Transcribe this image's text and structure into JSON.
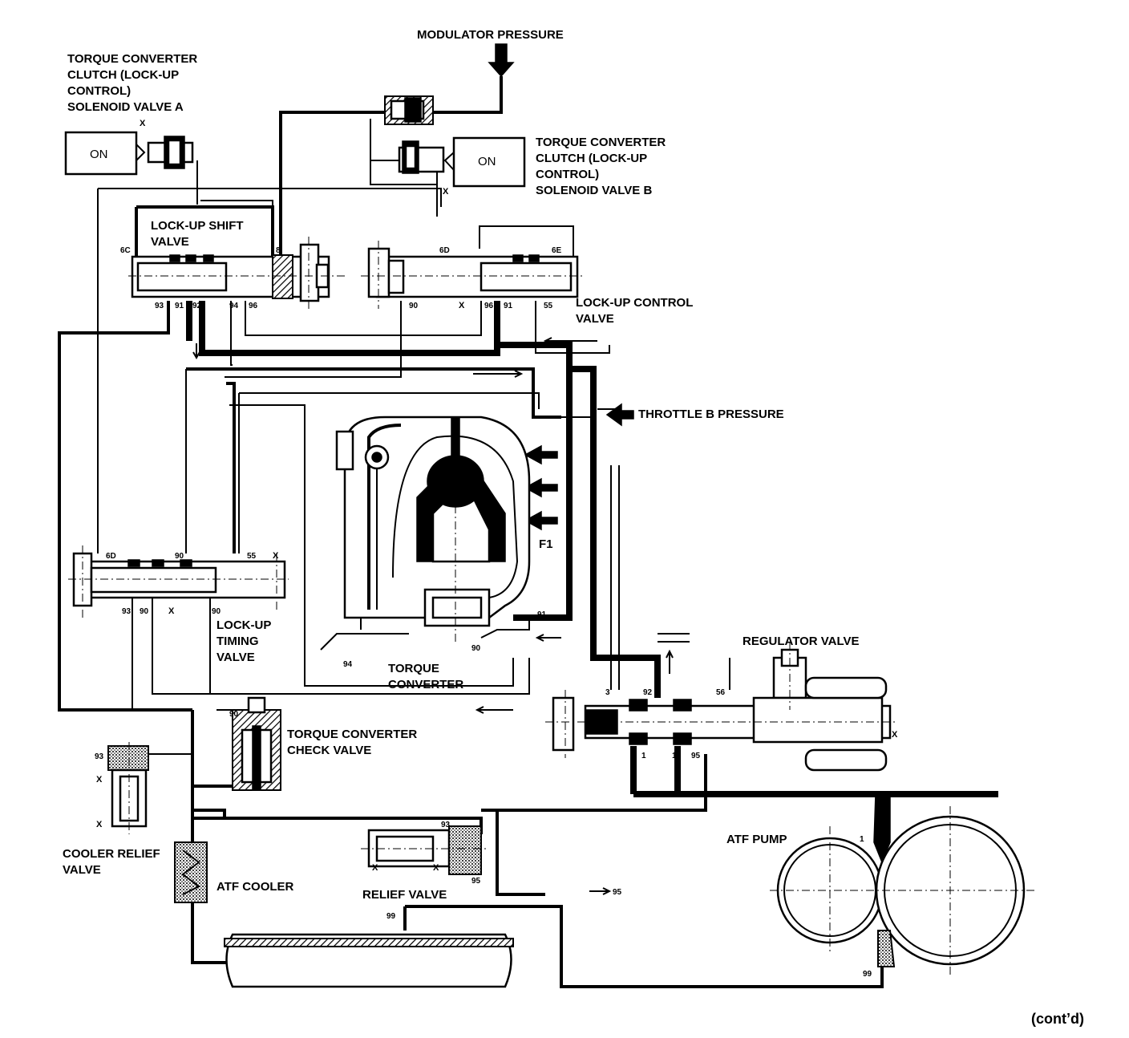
{
  "labels": {
    "modulator_pressure": "MODULATOR PRESSURE",
    "solenoid_a": [
      "TORQUE CONVERTER",
      "CLUTCH (LOCK-UP",
      "CONTROL)",
      "SOLENOID VALVE A"
    ],
    "solenoid_b": [
      "TORQUE CONVERTER",
      "CLUTCH (LOCK-UP",
      "CONTROL)",
      "SOLENOID VALVE B"
    ],
    "solenoid_a_state": "ON",
    "solenoid_b_state": "ON",
    "lockup_shift_valve": [
      "LOCK-UP SHIFT",
      "VALVE"
    ],
    "lockup_control_valve": [
      "LOCK-UP CONTROL",
      "VALVE"
    ],
    "throttle_b_pressure": "THROTTLE B PRESSURE",
    "f1": "F1",
    "lockup_timing_valve": [
      "LOCK-UP",
      "TIMING",
      "VALVE"
    ],
    "torque_converter": [
      "TORQUE",
      "CONVERTER"
    ],
    "regulator_valve": "REGULATOR VALVE",
    "torque_converter_check_valve": [
      "TORQUE CONVERTER",
      "CHECK VALVE"
    ],
    "cooler_relief_valve": [
      "COOLER RELIEF",
      "VALVE"
    ],
    "atf_cooler": "ATF COOLER",
    "relief_valve": "RELIEF VALVE",
    "atf_pump": "ATF PUMP",
    "contd": "(cont’d)"
  },
  "port_labels": {
    "sol_a_x": "X",
    "sol_b_x": "X",
    "shift_6c": "6C",
    "shift_8": "8",
    "shift_93": "93",
    "shift_91": "91",
    "shift_92": "92",
    "shift_94": "94",
    "shift_96": "96",
    "ctrl_6d": "6D",
    "ctrl_6e": "6E",
    "ctrl_90": "90",
    "ctrl_x": "X",
    "ctrl_96": "96",
    "ctrl_91": "91",
    "ctrl_55": "55",
    "timing_6d": "6D",
    "timing_90_top": "90",
    "timing_55": "55",
    "timing_x_top": "X",
    "timing_93": "93",
    "timing_90_b1": "90",
    "timing_x_bottom": "X",
    "timing_90_b2": "90",
    "tc_91": "91",
    "tc_94": "94",
    "tc_90": "90",
    "reg_3": "3",
    "reg_92": "92",
    "reg_56": "56",
    "reg_1a": "1",
    "reg_1b": "1",
    "reg_95": "95",
    "reg_x": "X",
    "check_90": "90",
    "cooler_93": "93",
    "cooler_x1": "X",
    "cooler_x2": "X",
    "relief_93": "93",
    "relief_95": "95",
    "relief_x1": "X",
    "relief_x2": "X",
    "drain_95": "95",
    "pump_1": "1",
    "pump_99": "99",
    "sump_99": "99"
  }
}
